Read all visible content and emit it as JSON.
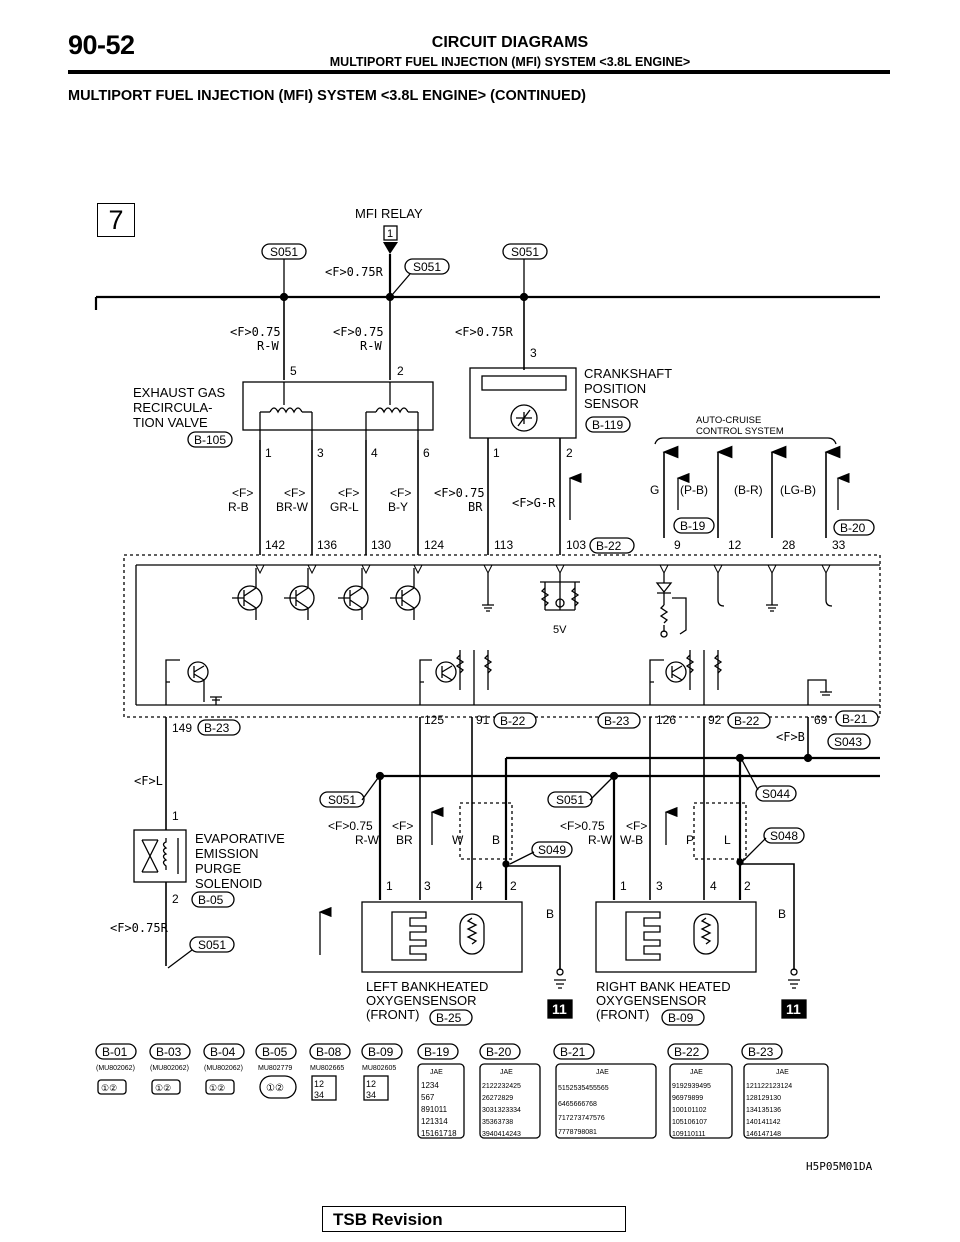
{
  "header": {
    "page_number": "90-52",
    "title": "CIRCUIT DIAGRAMS",
    "subtitle": "MULTIPORT FUEL INJECTION (MFI) SYSTEM <3.8L ENGINE>"
  },
  "section_title": "MULTIPORT FUEL INJECTION (MFI) SYSTEM <3.8L ENGINE> (CONTINUED)",
  "diagram": {
    "page_box": "7",
    "mfi_relay_label": "MFI RELAY",
    "mfi_relay_pin": "1",
    "splice_s051": "S051",
    "splice_s043": "S043",
    "splice_s044": "S044",
    "splice_s048": "S048",
    "splice_s049": "S049",
    "wire_f075r": "<F>0.75R",
    "wire_f075": "<F>0.75",
    "wire_rw": "R-W",
    "wire_f075br_a": "<F>0.75",
    "wire_br": "BR",
    "wire_fgr": "<F>G-R",
    "wire_fl": "<F>L",
    "wire_fb": "<F>B",
    "egr_label": [
      "EXHAUST GAS",
      "RECIRCULA-",
      "TION VALVE"
    ],
    "egr_conn": "B-105",
    "egr_pins_top": [
      "5",
      "2"
    ],
    "egr_pins_bottom": [
      "1",
      "3",
      "4",
      "6"
    ],
    "egr_wires": [
      {
        "f": "<F>",
        "c": "R-B"
      },
      {
        "f": "<F>",
        "c": "BR-W"
      },
      {
        "f": "<F>",
        "c": "GR-L"
      },
      {
        "f": "<F>",
        "c": "B-Y"
      }
    ],
    "ckp_label": [
      "CRANKSHAFT",
      "POSITION",
      "SENSOR"
    ],
    "ckp_conn": "B-119",
    "ckp_pins": [
      "3",
      "1",
      "2"
    ],
    "cruise_label": [
      "AUTO-CRUISE",
      "CONTROL SYSTEM"
    ],
    "cruise_wires": [
      "G",
      "(P-B)",
      "(B-R)",
      "(LG-B)"
    ],
    "conn_b19": "B-19",
    "conn_b20": "B-20",
    "conn_b21": "B-21",
    "conn_b22": "B-22",
    "conn_b23": "B-23",
    "conn_b05": "B-05",
    "conn_b25": "B-25",
    "conn_b09": "B-09",
    "ecm_top_pins": [
      "142",
      "136",
      "130",
      "124",
      "113",
      "103",
      "9",
      "12",
      "28",
      "33"
    ],
    "ecm_bottom_pins": [
      "149",
      "125",
      "91",
      "126",
      "92",
      "69"
    ],
    "five_v": "5V",
    "evap_label": [
      "EVAPORATIVE",
      "EMISSION",
      "PURGE",
      "SOLENOID"
    ],
    "evap_pins": [
      "1",
      "2"
    ],
    "left_o2_label": [
      "LEFT BANKHEATED",
      "OXYGENSENSOR",
      "(FRONT)"
    ],
    "right_o2_label": [
      "RIGHT BANK HEATED",
      "OXYGENSENSOR",
      "(FRONT)"
    ],
    "o2_pins": [
      "1",
      "3",
      "4",
      "2"
    ],
    "left_o2_wires": {
      "f1": "<F>0.75",
      "c1": "R-W",
      "f2": "<F>",
      "c2": "BR",
      "w": "W",
      "b": "B"
    },
    "right_o2_wires": {
      "f1": "<F>0.75",
      "c1": "R-W",
      "f2": "<F>",
      "c2": "W-B",
      "p": "P",
      "l": "L"
    },
    "ground_wire": "B",
    "ground_ref": "11"
  },
  "connectors": [
    {
      "id": "B-01",
      "part": "(MU802062)"
    },
    {
      "id": "B-03",
      "part": "(MU802062)"
    },
    {
      "id": "B-04",
      "part": "(MU802062)"
    },
    {
      "id": "B-05",
      "part": "MU802779"
    },
    {
      "id": "B-08",
      "part": "MU802665"
    },
    {
      "id": "B-09",
      "part": "MU802605"
    },
    {
      "id": "B-19",
      "part": "JAE"
    },
    {
      "id": "B-20",
      "part": "JAE"
    },
    {
      "id": "B-21",
      "part": "JAE"
    },
    {
      "id": "B-22",
      "part": "JAE"
    },
    {
      "id": "B-23",
      "part": "JAE"
    }
  ],
  "footer": {
    "figure_code": "H5P05M01DA",
    "tsb": "TSB Revision"
  }
}
